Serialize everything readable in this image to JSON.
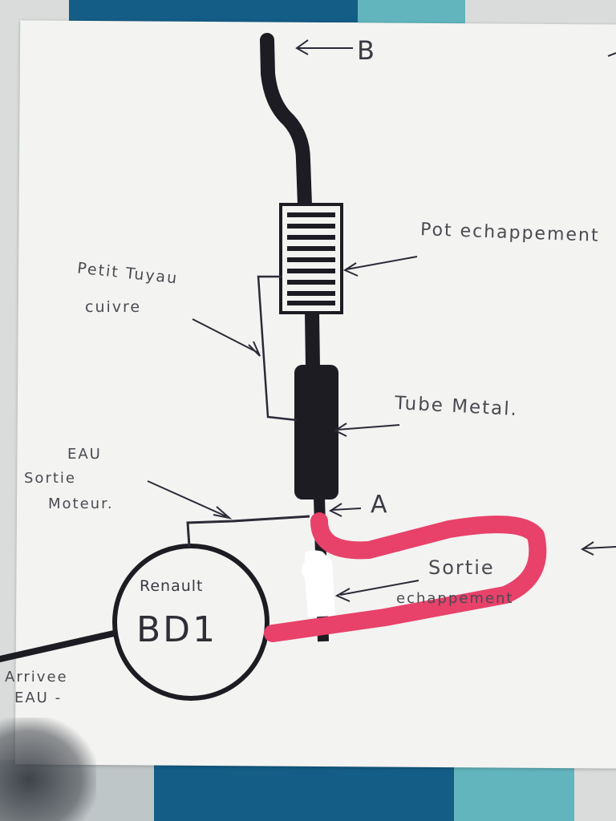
{
  "labels": {
    "b": "B",
    "a": "A",
    "pot_echappement": "Pot echappement",
    "petit_tuyau_line1": "Petit Tuyau",
    "petit_tuyau_line2": "cuivre",
    "tube_metal": "Tube Metal.",
    "eau_line1": "EAU",
    "eau_line2": "Sortie",
    "eau_line3": "Moteur.",
    "sortie_line1": "Sortie",
    "sortie_line2": "echappement",
    "renault": "Renault",
    "bd1": "BD1",
    "arrivee_line1": "Arrivee",
    "arrivee_line2": "EAU -"
  },
  "colors": {
    "ink": "#1c1c22",
    "pencil": "#4a4a52",
    "highlight": "#e8416a",
    "tile_blue": "#135d86",
    "tile_teal": "#62b5bd"
  }
}
